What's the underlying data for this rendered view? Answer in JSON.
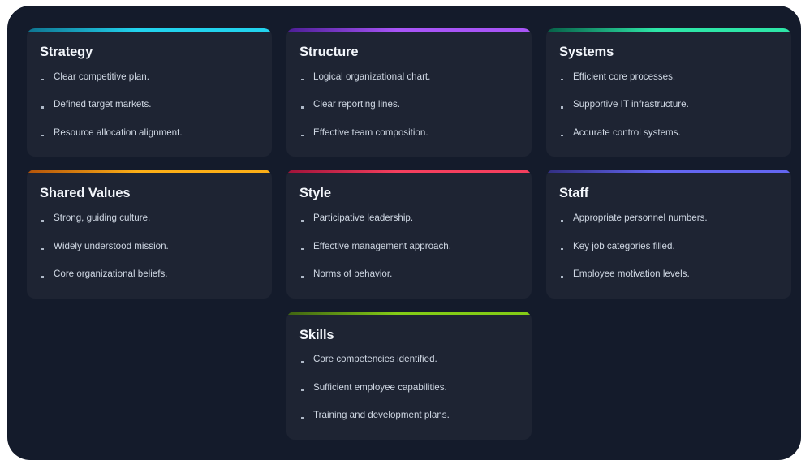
{
  "page": {
    "background_color": "#141b2b",
    "card_background_color": "#1e2433",
    "title_color": "#f3f6fb",
    "bullet_text_color": "#cfd7e3"
  },
  "cards": [
    {
      "id": "strategy",
      "title": "Strategy",
      "accent_name": "cyan-gradient",
      "accent_from": "#0e7490",
      "accent_to": "#22d3ee",
      "bullets": [
        "Clear competitive plan.",
        "Defined target markets.",
        "Resource allocation alignment."
      ]
    },
    {
      "id": "structure",
      "title": "Structure",
      "accent_name": "purple-gradient",
      "accent_from": "#4c1d95",
      "accent_to": "#a855f7",
      "bullets": [
        "Logical organizational chart.",
        "Clear reporting lines.",
        "Effective team composition."
      ]
    },
    {
      "id": "systems",
      "title": "Systems",
      "accent_name": "emerald-gradient",
      "accent_from": "#065f46",
      "accent_to": "#2ee6a8",
      "bullets": [
        "Efficient core processes.",
        "Supportive IT infrastructure.",
        "Accurate control systems."
      ]
    },
    {
      "id": "shared-values",
      "title": "Shared Values",
      "accent_name": "amber-gradient",
      "accent_from": "#b45309",
      "accent_to": "#fbae17",
      "bullets": [
        "Strong, guiding culture.",
        "Widely understood mission.",
        "Core organizational beliefs."
      ]
    },
    {
      "id": "style",
      "title": "Style",
      "accent_name": "rose-gradient",
      "accent_from": "#9f1239",
      "accent_to": "#f43f5e",
      "bullets": [
        "Participative leadership.",
        "Effective management approach.",
        "Norms of behavior."
      ]
    },
    {
      "id": "staff",
      "title": "Staff",
      "accent_name": "indigo-gradient",
      "accent_from": "#312e81",
      "accent_to": "#6366f1",
      "bullets": [
        "Appropriate personnel numbers.",
        "Key job categories filled.",
        "Employee motivation levels."
      ]
    },
    {
      "id": "skills",
      "title": "Skills",
      "accent_name": "lime-gradient",
      "accent_from": "#3f6212",
      "accent_to": "#84cc16",
      "bullets": [
        "Core competencies identified.",
        "Sufficient employee capabilities.",
        "Training and development plans."
      ]
    }
  ]
}
